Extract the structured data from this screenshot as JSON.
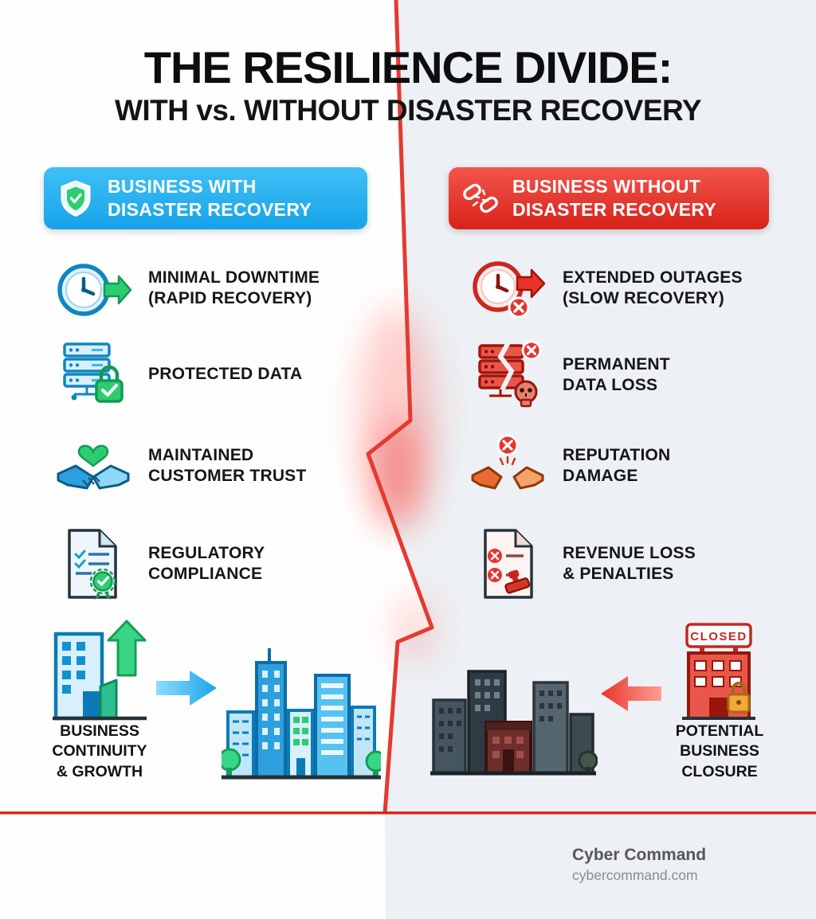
{
  "title": "THE RESILIENCE DIVIDE:",
  "subtitle": "WITH vs. WITHOUT DISASTER RECOVERY",
  "colors": {
    "accent_blue": "#29b2ef",
    "accent_red": "#e8332a",
    "accent_green": "#2ecc71",
    "right_panel_bg": "#edf0f4",
    "divider_line": "#e02318"
  },
  "left_column": {
    "header": "BUSINESS WITH\nDISASTER RECOVERY",
    "items": [
      {
        "icon": "rapid-recovery-clock-icon",
        "label": "MINIMAL DOWNTIME\n(RAPID RECOVERY)"
      },
      {
        "icon": "protected-data-server-icon",
        "label": "PROTECTED DATA"
      },
      {
        "icon": "customer-trust-handshake-icon",
        "label": "MAINTAINED\nCUSTOMER TRUST"
      },
      {
        "icon": "compliance-document-icon",
        "label": "REGULATORY\nCOMPLIANCE"
      }
    ],
    "bottom_label": "BUSINESS\nCONTINUITY\n& GROWTH"
  },
  "right_column": {
    "header": "BUSINESS WITHOUT\nDISASTER RECOVERY",
    "items": [
      {
        "icon": "slow-recovery-clock-icon",
        "label": "EXTENDED OUTAGES\n(SLOW RECOVERY)"
      },
      {
        "icon": "data-loss-server-icon",
        "label": "PERMANENT\nDATA LOSS"
      },
      {
        "icon": "broken-handshake-icon",
        "label": "REPUTATION\nDAMAGE"
      },
      {
        "icon": "penalties-document-icon",
        "label": "REVENUE LOSS\n& PENALTIES"
      }
    ],
    "closed_sign": "CLOSED",
    "bottom_label": "POTENTIAL\nBUSINESS\nCLOSURE"
  },
  "footer": {
    "brand": "Cyber Command",
    "website": "cybercommand.com"
  }
}
